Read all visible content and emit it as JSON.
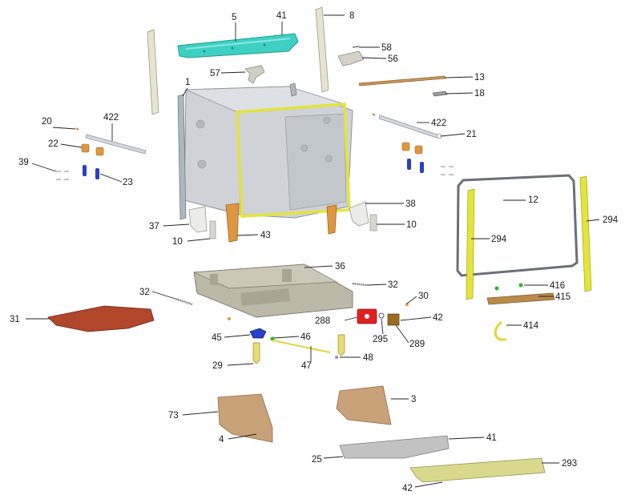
{
  "diagram": {
    "labels": [
      {
        "id": "p5",
        "text": "5"
      },
      {
        "id": "p41a",
        "text": "41"
      },
      {
        "id": "p8",
        "text": "8"
      },
      {
        "id": "p58",
        "text": "58"
      },
      {
        "id": "p56",
        "text": "56"
      },
      {
        "id": "p57",
        "text": "57"
      },
      {
        "id": "p1",
        "text": "1"
      },
      {
        "id": "p13",
        "text": "13"
      },
      {
        "id": "p18",
        "text": "18"
      },
      {
        "id": "p20",
        "text": "20"
      },
      {
        "id": "p422a",
        "text": "422"
      },
      {
        "id": "p422b",
        "text": "422"
      },
      {
        "id": "p21",
        "text": "21"
      },
      {
        "id": "p22",
        "text": "22"
      },
      {
        "id": "p39",
        "text": "39"
      },
      {
        "id": "p23",
        "text": "23"
      },
      {
        "id": "p12",
        "text": "12"
      },
      {
        "id": "p294a",
        "text": "294"
      },
      {
        "id": "p294b",
        "text": "294"
      },
      {
        "id": "p38",
        "text": "38"
      },
      {
        "id": "p37",
        "text": "37"
      },
      {
        "id": "p10a",
        "text": "10"
      },
      {
        "id": "p10b",
        "text": "10"
      },
      {
        "id": "p43",
        "text": "43"
      },
      {
        "id": "p36",
        "text": "36"
      },
      {
        "id": "p32a",
        "text": "32"
      },
      {
        "id": "p32b",
        "text": "32"
      },
      {
        "id": "p30",
        "text": "30"
      },
      {
        "id": "p416",
        "text": "416"
      },
      {
        "id": "p415",
        "text": "415"
      },
      {
        "id": "p31",
        "text": "31"
      },
      {
        "id": "p288",
        "text": "288"
      },
      {
        "id": "p42a",
        "text": "42"
      },
      {
        "id": "p414",
        "text": "414"
      },
      {
        "id": "p45",
        "text": "45"
      },
      {
        "id": "p46",
        "text": "46"
      },
      {
        "id": "p295",
        "text": "295"
      },
      {
        "id": "p289",
        "text": "289"
      },
      {
        "id": "p29",
        "text": "29"
      },
      {
        "id": "p47",
        "text": "47"
      },
      {
        "id": "p48",
        "text": "48"
      },
      {
        "id": "p3",
        "text": "3"
      },
      {
        "id": "p73",
        "text": "73"
      },
      {
        "id": "p4",
        "text": "4"
      },
      {
        "id": "p41b",
        "text": "41"
      },
      {
        "id": "p25",
        "text": "25"
      },
      {
        "id": "p293",
        "text": "293"
      },
      {
        "id": "p42b",
        "text": "42"
      }
    ]
  },
  "colors": {
    "cyan_part": "#3fd0c4",
    "yellow_frame": "#e4e43a",
    "tub_grey": "#cfd3d7",
    "base_grey": "#bdb9a8",
    "orange_part": "#e09640",
    "copper_panel": "#c9a27a",
    "red_part": "#e02020",
    "brown_tray": "#b0462a",
    "blue_part": "#2a3fc8",
    "green_part": "#28b828",
    "tan_strip": "#b98a4a",
    "cream_panel": "#d9d98e"
  }
}
